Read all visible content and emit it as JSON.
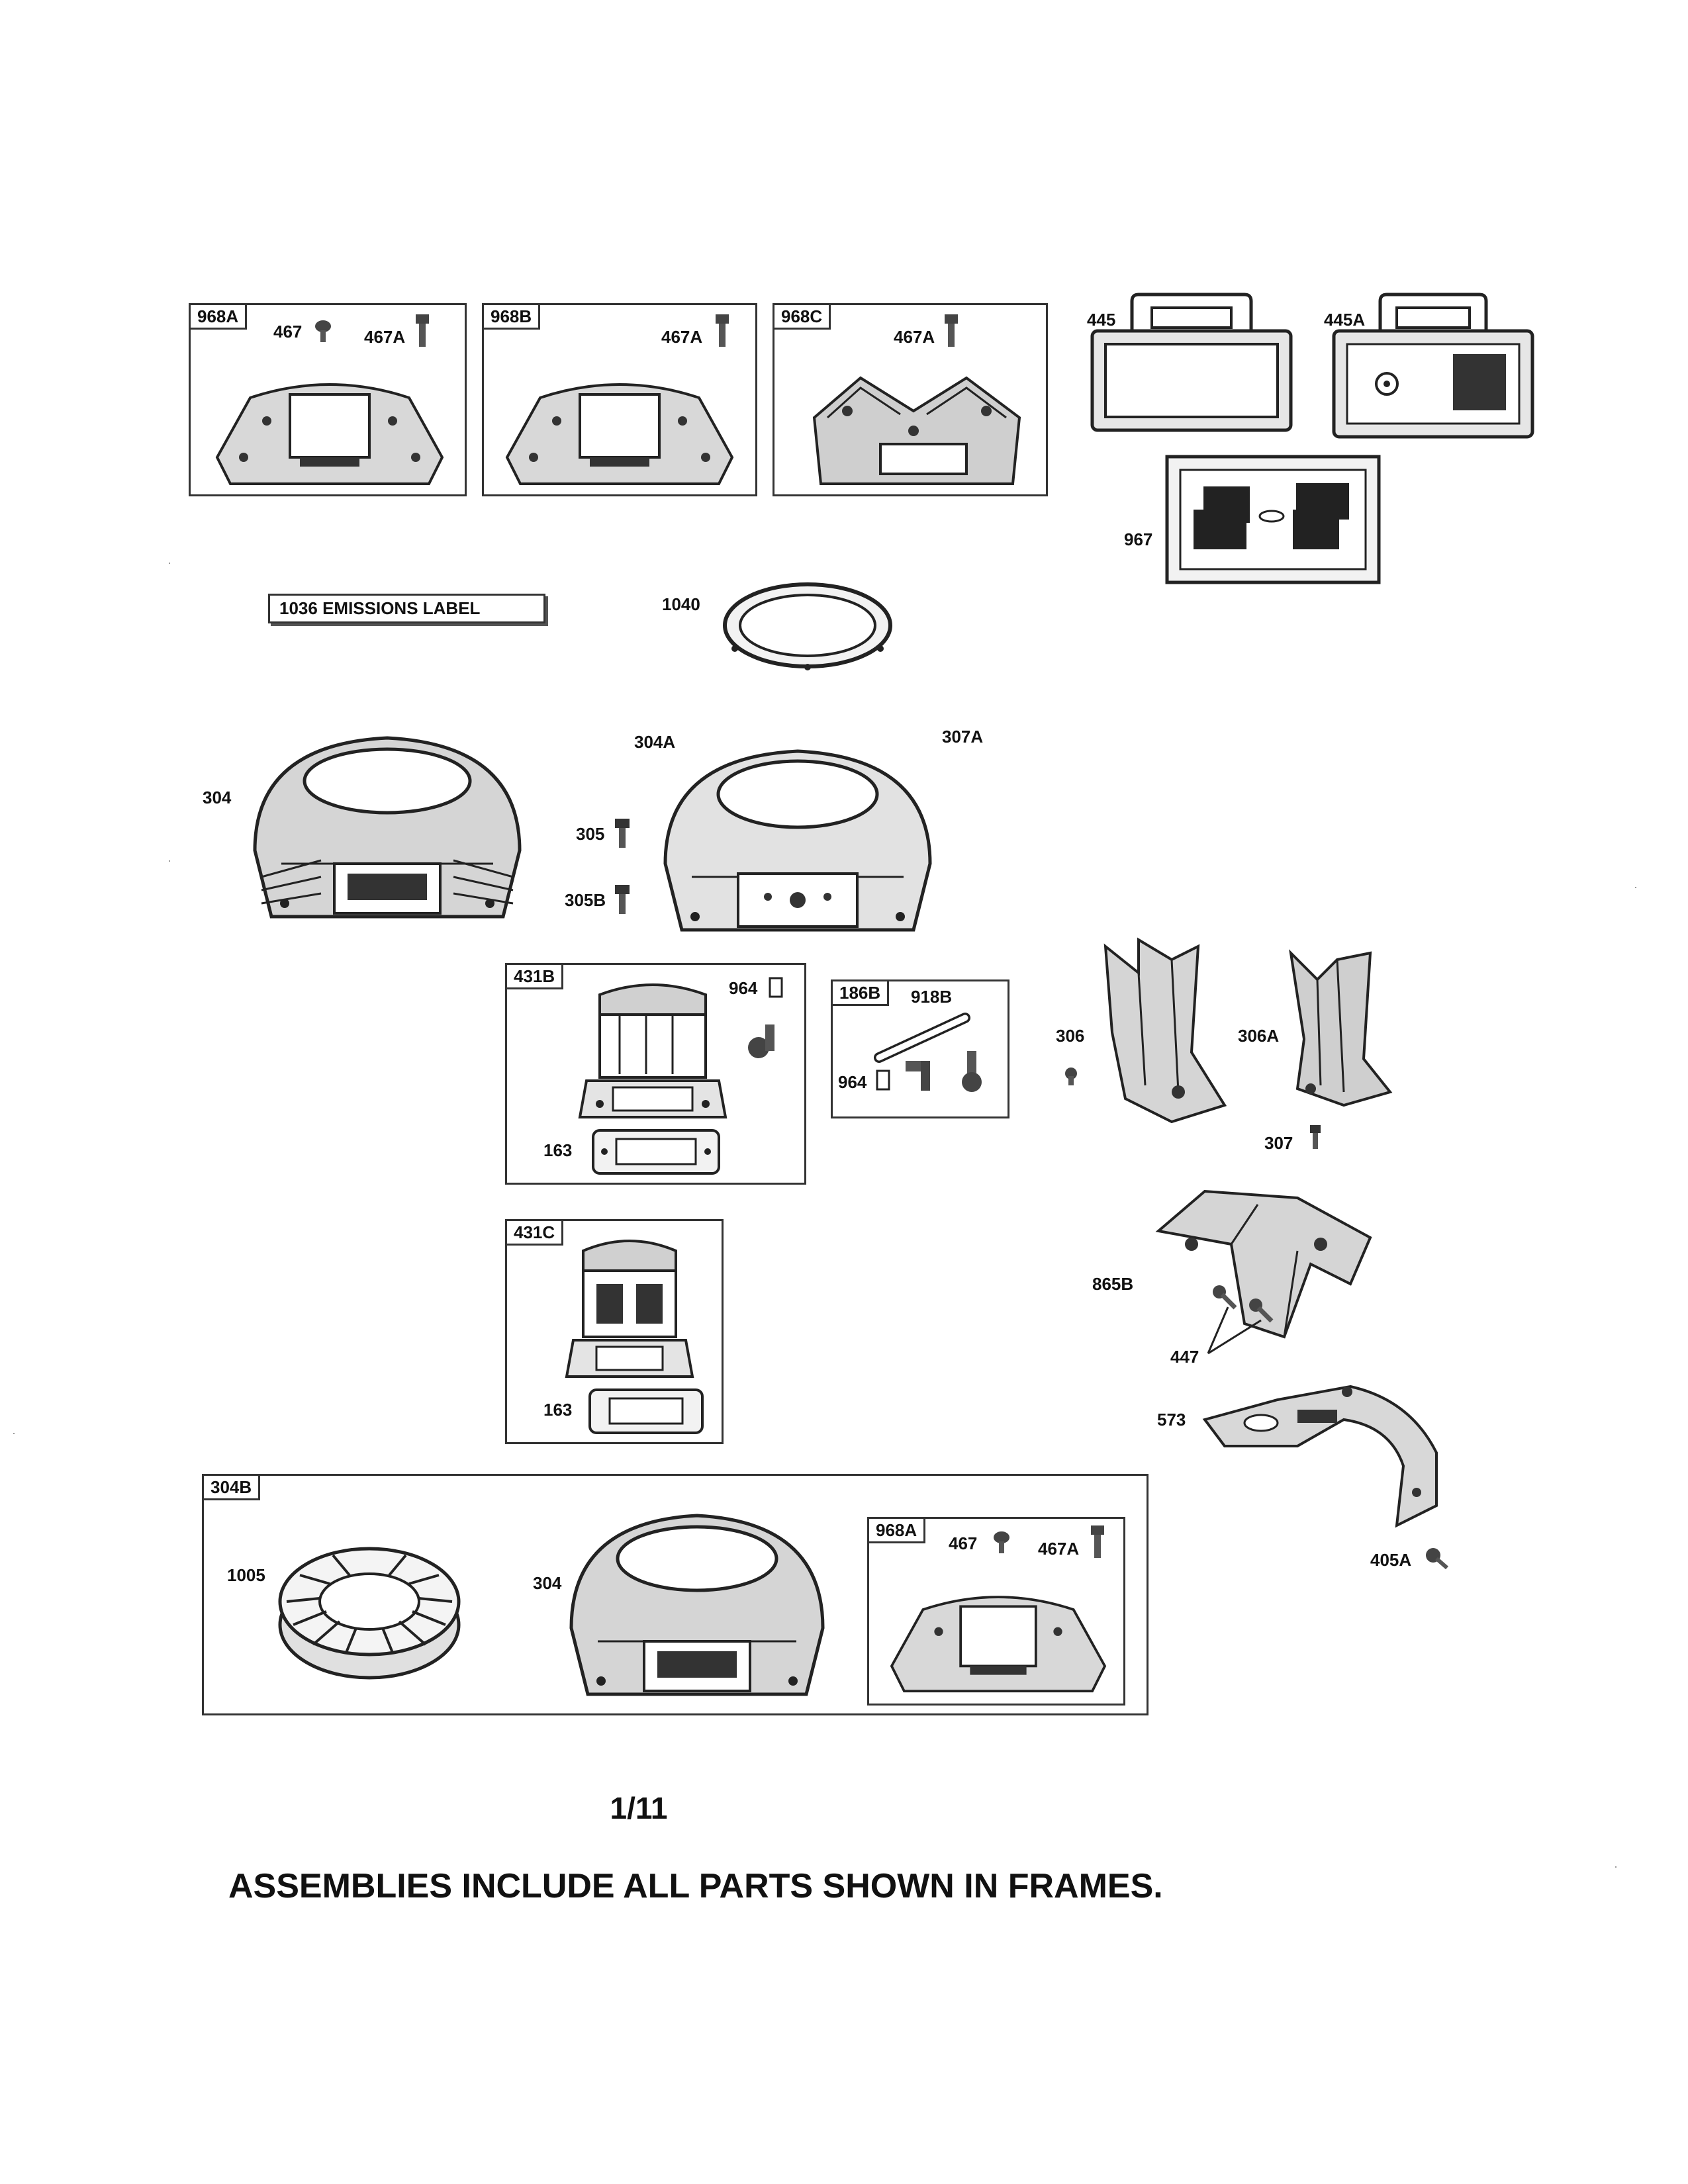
{
  "frames": {
    "f968A_top": "968A",
    "f968B": "968B",
    "f968C": "968C",
    "f431B": "431B",
    "f186B": "186B",
    "f431C": "431C",
    "f304B": "304B",
    "f968A_inner": "968A"
  },
  "labels": {
    "p467_a": "467",
    "p467A_a": "467A",
    "p467A_b": "467A",
    "p467A_c": "467A",
    "p445": "445",
    "p445A": "445A",
    "p967": "967",
    "p1040": "1040",
    "p304": "304",
    "p304A": "304A",
    "p307A": "307A",
    "p305": "305",
    "p305B": "305B",
    "p964_a": "964",
    "p163_a": "163",
    "p918B": "918B",
    "p964_b": "964",
    "p306": "306",
    "p306A": "306A",
    "p307": "307",
    "p163_b": "163",
    "p865B": "865B",
    "p447": "447",
    "p573": "573",
    "p1005": "1005",
    "p304_b": "304",
    "p467_b": "467",
    "p467A_d": "467A",
    "p405A": "405A"
  },
  "emissions_label": "1036 EMISSIONS LABEL",
  "footer": {
    "page": "1/11",
    "note": "ASSEMBLIES INCLUDE ALL PARTS SHOWN IN FRAMES."
  }
}
